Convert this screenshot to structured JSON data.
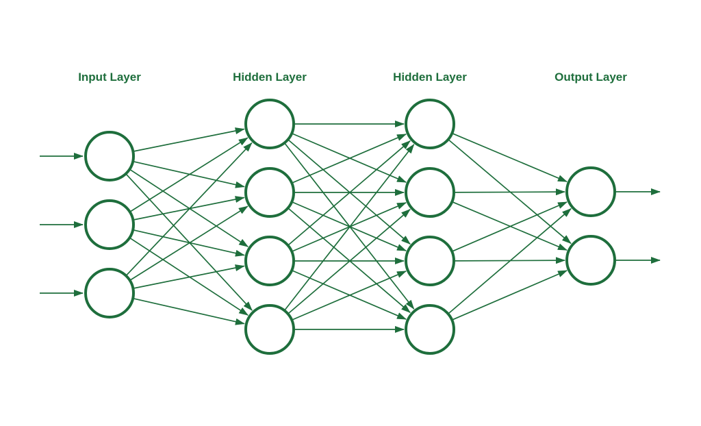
{
  "diagram": {
    "color": "#1e6e3c",
    "layers": [
      {
        "label": "Input Layer",
        "neurons": 3
      },
      {
        "label": "Hidden Layer",
        "neurons": 4
      },
      {
        "label": "Hidden Layer",
        "neurons": 4
      },
      {
        "label": "Output Layer",
        "neurons": 2
      }
    ],
    "connectivity": "fully-connected",
    "input_arrows": 3,
    "output_arrows": 2
  }
}
